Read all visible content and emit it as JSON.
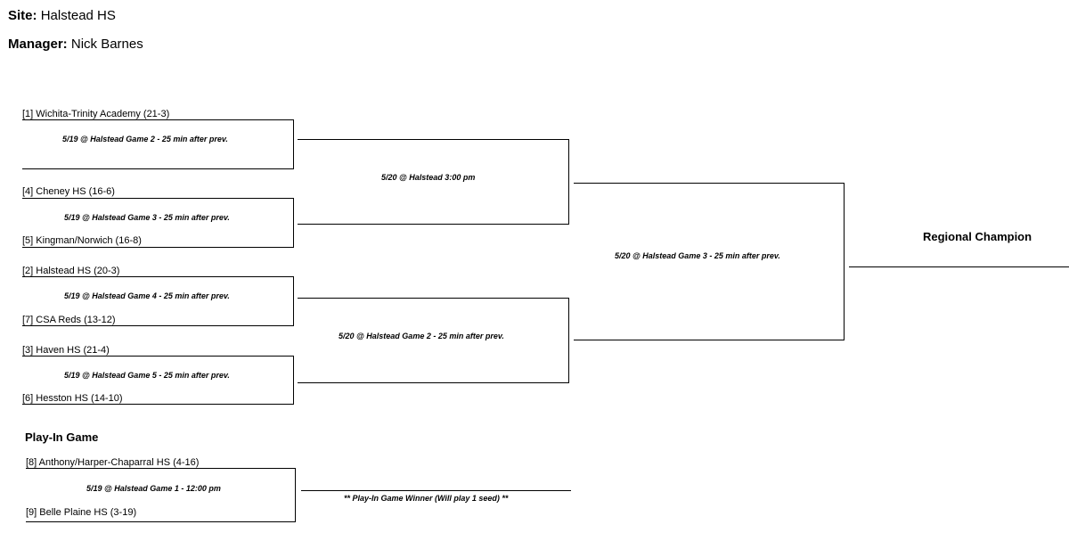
{
  "header": {
    "site_label": "Site:",
    "site_value": "Halstead HS",
    "manager_label": "Manager:",
    "manager_value": "Nick Barnes"
  },
  "round1": [
    {
      "top_team": "[1] Wichita-Trinity Academy   (21-3)",
      "game": "5/19 @ Halstead Game 2 - 25 min after prev.",
      "bottom_team": ""
    },
    {
      "top_team": "[4] Cheney HS   (16-6)",
      "game": "5/19 @ Halstead Game 3 - 25 min after prev.",
      "bottom_team": "[5] Kingman/Norwich  (16-8)"
    },
    {
      "top_team": "[2] Halstead HS   (20-3)",
      "game": "5/19 @ Halstead Game 4 - 25 min after prev.",
      "bottom_team": "[7] CSA Reds   (13-12)"
    },
    {
      "top_team": "[3] Haven HS   (21-4)",
      "game": "5/19 @ Halstead Game 5 - 25 min after prev.",
      "bottom_team": "[6] Hesston HS  (14-10)"
    }
  ],
  "round2": [
    {
      "game": "5/20 @ Halstead 3:00 pm"
    },
    {
      "game": "5/20 @ Halstead Game 2 - 25 min after prev."
    }
  ],
  "final": {
    "game": "5/20 @ Halstead Game 3 - 25 min after prev.",
    "champion_label": "Regional Champion"
  },
  "play_in": {
    "title": "Play-In Game",
    "top_team": "[8] Anthony/Harper-Chaparral HS   (4-16)",
    "game": "5/19 @ Halstead Game 1 - 12:00 pm",
    "bottom_team": "[9] Belle Plaine HS   (3-19)",
    "winner_note": "** Play-In Game Winner (Will play 1 seed) **"
  }
}
